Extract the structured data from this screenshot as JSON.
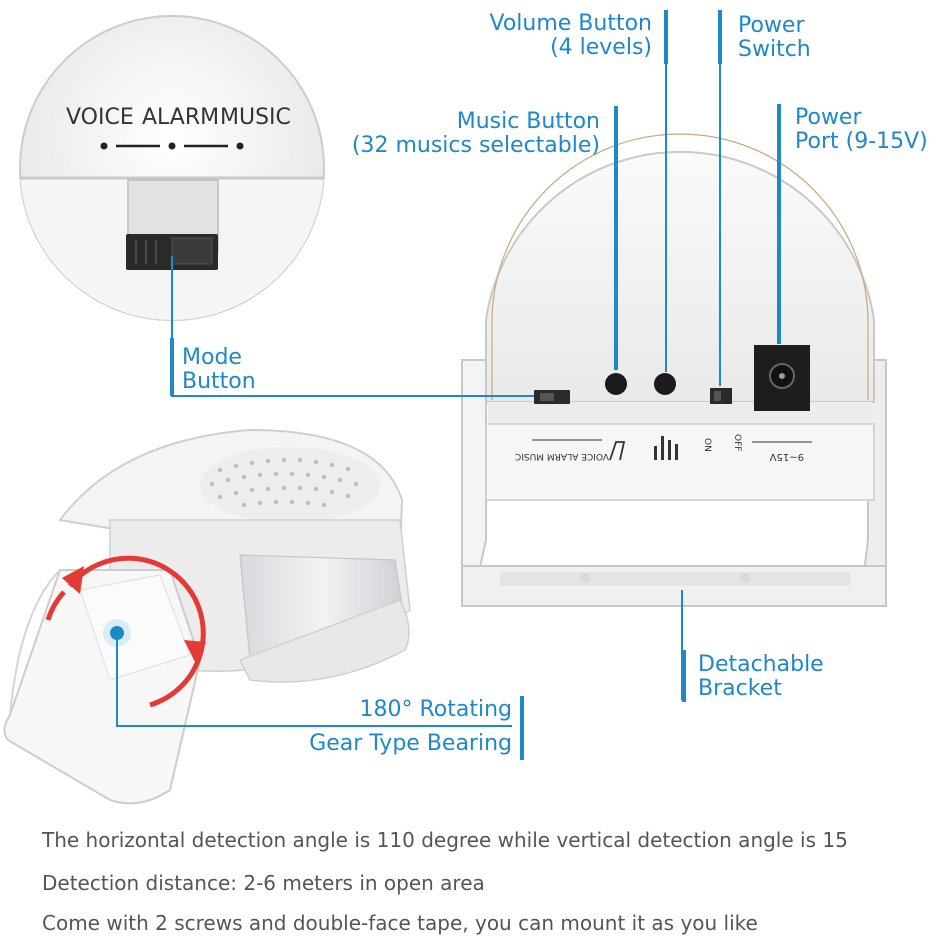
{
  "inset": {
    "switch_labels": [
      "VOICE",
      "ALARM",
      "MUSIC"
    ]
  },
  "callouts": {
    "volume_button": [
      "Volume Button",
      "(4 levels)"
    ],
    "power_switch": [
      "Power",
      "Switch"
    ],
    "music_button": [
      "Music Button",
      "(32 musics selectable)"
    ],
    "power_port": [
      "Power",
      "Port (9-15V)"
    ],
    "mode_button": [
      "Mode",
      "Button"
    ],
    "detachable_bracket": [
      "Detachable",
      "Bracket"
    ],
    "rotating_bearing": [
      "180° Rotating",
      "Gear Type Bearing"
    ]
  },
  "device_panel": {
    "mode_label": "VOICE ALARM MUSIC",
    "on_label": "ON",
    "off_label": "OFF",
    "power_label": "9~15V"
  },
  "info_lines": [
    "The horizontal detection angle is 110 degree while vertical detection angle is 15",
    "Detection distance: 2-6 meters in open area",
    "Come with 2 screws and double-face tape, you can mount it as you like"
  ],
  "colors": {
    "accent": "#1e88c8",
    "arrow": "#e53935",
    "device": "#f2f2f2",
    "text_gray": "#555555"
  }
}
